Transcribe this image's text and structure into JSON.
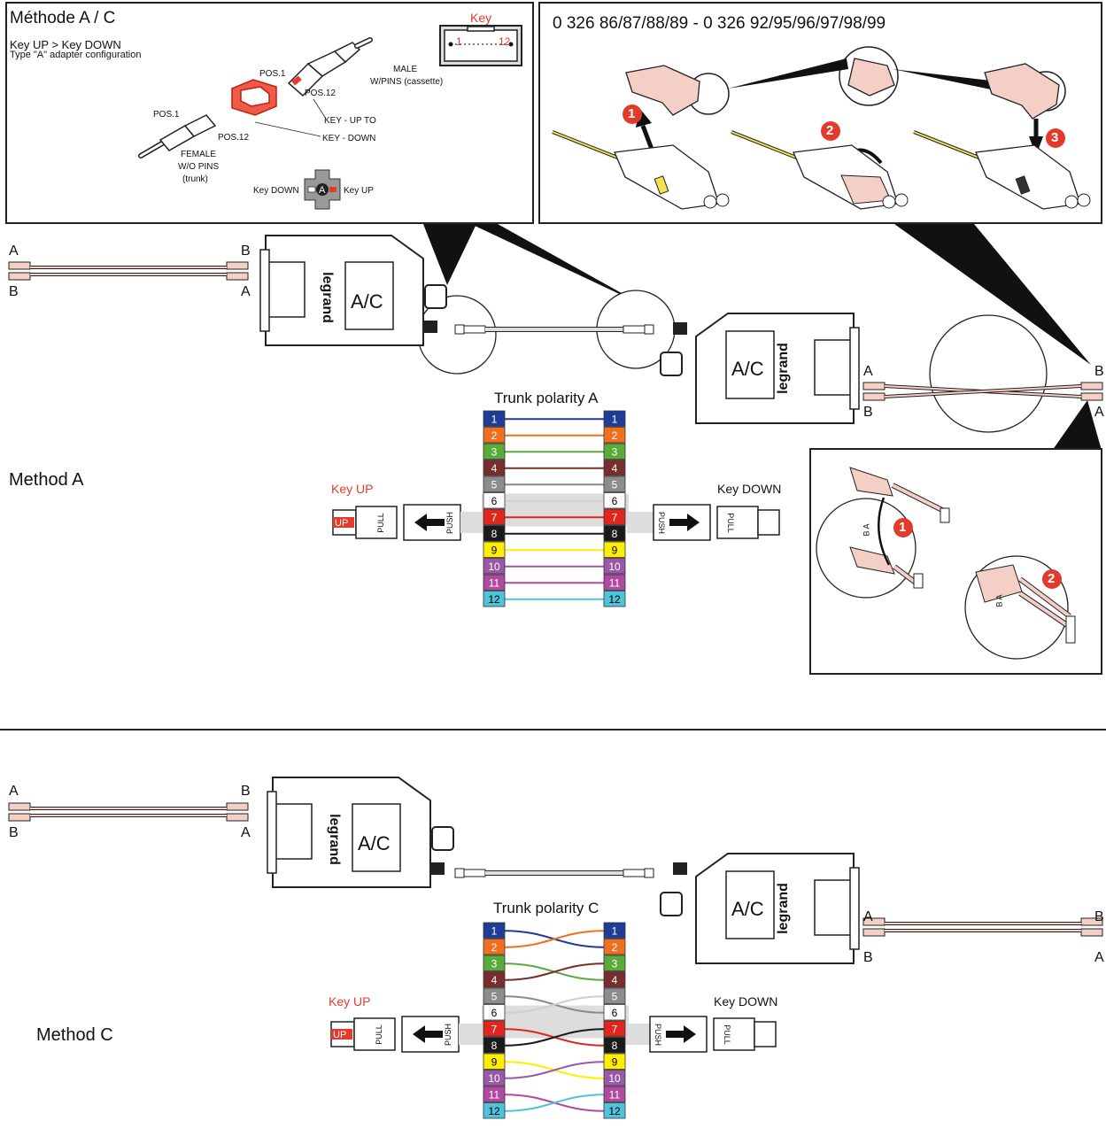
{
  "topleft": {
    "title": "Méthode A / C",
    "line1": "Key UP > Key DOWN",
    "line2": "Type \"A\" adapter configuration",
    "pos1_male": "POS.1",
    "pos12_male": "POS.12",
    "male_l1": "MALE",
    "male_l2": "W/PINS (cassette)",
    "pos1_female": "POS.1",
    "pos12_female": "POS.12",
    "key_l1": "KEY - UP TO",
    "key_l2": "KEY - DOWN",
    "female_l1": "FEMALE",
    "female_l2": "W/O PINS",
    "female_l3": "(trunk)",
    "key_down": "Key DOWN",
    "key_up": "Key UP",
    "key_badge": "A",
    "key_title": "Key",
    "key_1": "1",
    "key_12": "12"
  },
  "topright": {
    "title": "0 326 86/87/88/89 - 0 326 92/95/96/97/98/99",
    "steps": [
      "1",
      "2",
      "3"
    ]
  },
  "inset": {
    "steps": [
      "1",
      "2"
    ],
    "ab": "B A"
  },
  "cassette": {
    "label": "A/C",
    "brand": "legrand"
  },
  "duplex": {
    "a": "A",
    "b": "B"
  },
  "methodA": {
    "label": "Method A",
    "trunk_title": "Trunk polarity A",
    "key_up": "Key UP",
    "key_down": "Key DOWN",
    "up": "UP",
    "pull": "PULL",
    "push": "PUSH",
    "left": [
      "1",
      "2",
      "3",
      "4",
      "5",
      "6",
      "7",
      "8",
      "9",
      "10",
      "11",
      "12"
    ],
    "right": [
      "1",
      "2",
      "3",
      "4",
      "5",
      "6",
      "7",
      "8",
      "9",
      "10",
      "11",
      "12"
    ]
  },
  "methodC": {
    "label": "Method C",
    "trunk_title": "Trunk polarity C",
    "key_up": "Key UP",
    "key_down": "Key DOWN",
    "up": "UP",
    "pull": "PULL",
    "push": "PUSH",
    "left": [
      "1",
      "2",
      "3",
      "4",
      "5",
      "6",
      "7",
      "8",
      "9",
      "10",
      "11",
      "12"
    ],
    "right": [
      "1",
      "2",
      "3",
      "4",
      "5",
      "6",
      "7",
      "8",
      "9",
      "10",
      "11",
      "12"
    ]
  },
  "fiber_colors": [
    "#1f3c96",
    "#f07020",
    "#5bab3b",
    "#7a2d2d",
    "#8c8c8c",
    "#ffffff",
    "#e0261d",
    "#1a1a1a",
    "#ffee00",
    "#9a59a8",
    "#b04aa0",
    "#4fc3d9"
  ],
  "fiber_text_colors": [
    "#fff",
    "#fff",
    "#fff",
    "#fff",
    "#fff",
    "#000",
    "#fff",
    "#fff",
    "#000",
    "#fff",
    "#fff",
    "#000"
  ]
}
